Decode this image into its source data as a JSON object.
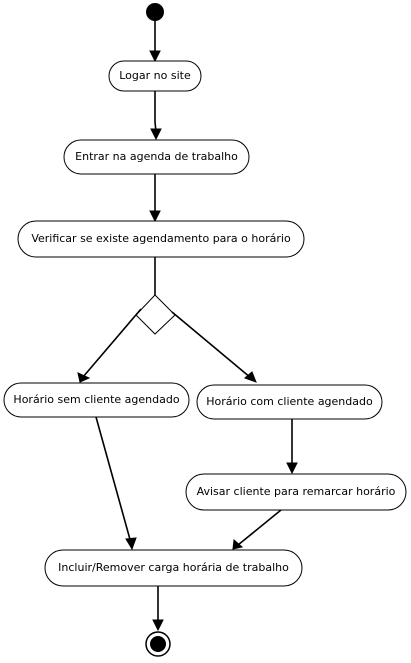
{
  "diagram": {
    "type": "uml-activity",
    "colors": {
      "stroke": "#000000",
      "fill": "#ffffff",
      "text": "#000000"
    },
    "nodes": {
      "logar": "Logar no site",
      "entrar": "Entrar na agenda de trabalho",
      "verificar": "Verificar se existe agendamento para o horário",
      "sem_cliente": "Horário sem cliente agendado",
      "com_cliente": "Horário com cliente agendado",
      "avisar": "Avisar cliente para remarcar horário",
      "incluir": "Incluir/Remover carga horária de trabalho"
    }
  }
}
